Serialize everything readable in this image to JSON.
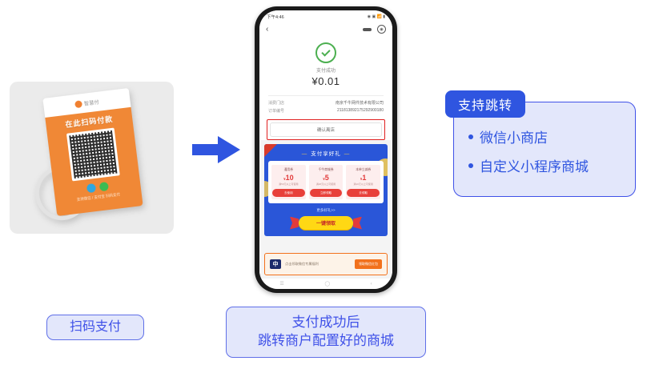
{
  "flow": {
    "arrow_icon": "right-arrow-icon"
  },
  "qr_stand": {
    "brand_name": "智慧付",
    "headline": "在此扫码付款",
    "footer_note": "支持微信 / 支付宝 扫码支付",
    "qr_alt": "qr-code"
  },
  "phone": {
    "statusbar": {
      "time": "下午4:46",
      "indicators": "◉ ▣ 📶 ▮"
    },
    "navbar": {
      "back_icon": "chevron-left-icon",
      "more_icon": "more-icon",
      "camera_icon": "camera-icon"
    },
    "payment": {
      "status_label": "支付成功",
      "amount": "¥0.01",
      "rows": [
        {
          "label": "消费门店",
          "value": "南京千牛网件技术有限公司"
        },
        {
          "label": "订单编号",
          "value": "211813892175292900180"
        }
      ],
      "merchant_button": "确认离店"
    },
    "promo": {
      "title": "支付享好礼",
      "dash": "—",
      "coupons": [
        {
          "name": "通用券",
          "amount": "10",
          "currency": "¥",
          "condition": "满50元以上可使用",
          "button": "去使用"
        },
        {
          "name": "千牛商城券",
          "amount": "5",
          "currency": "¥",
          "condition": "满20元以上可使用",
          "button": "立即领取"
        },
        {
          "name": "本单立减券",
          "amount": "1",
          "currency": "¥",
          "condition": "满10元以上可使用",
          "button": "去领取"
        }
      ],
      "more_label": "更多好礼>>",
      "claim_button": "一键领取"
    },
    "ad": {
      "logo_text": "中",
      "text": "点击领取微信专属福利",
      "button": "领取微信红包"
    },
    "botnav": {
      "recent_icon": "recents-icon",
      "home_icon": "home-icon",
      "back_icon": "back-icon"
    }
  },
  "callout": {
    "tab_label": "支持跳转",
    "items": [
      {
        "label": "微信小商店"
      },
      {
        "label": "自定义小程序商城"
      }
    ]
  },
  "badges": {
    "scan_pay": "扫码支付",
    "caption_line1": "支付成功后",
    "caption_line2": "跳转商户配置好的商城"
  },
  "colors": {
    "brand_blue": "#2f55e0",
    "callout_bg": "#e3e7fb",
    "stand_orange": "#f08836",
    "promo_blue": "#2a56d8",
    "claim_yellow": "#ffd814",
    "success_green": "#4caf50",
    "highlight_red": "#e02020",
    "ad_orange": "#f2711c"
  }
}
